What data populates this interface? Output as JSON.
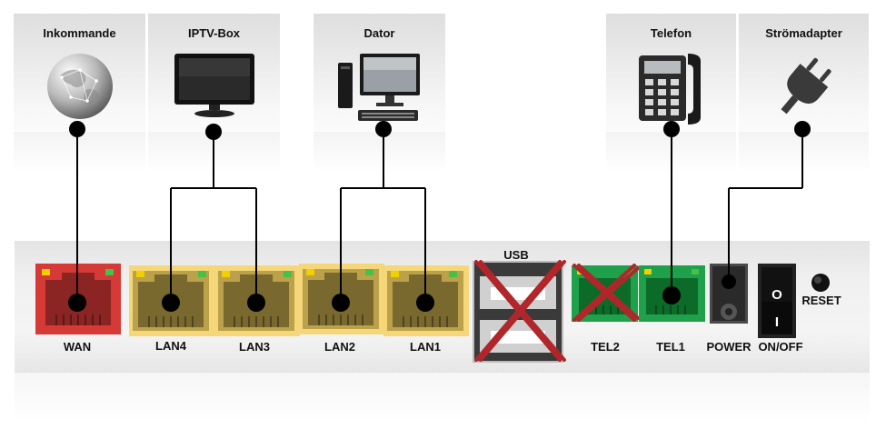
{
  "devices": {
    "incoming": "Inkommande",
    "iptv": "IPTV-Box",
    "computer": "Dator",
    "phone": "Telefon",
    "power_adapter": "Strömadapter"
  },
  "ports": {
    "wan": "WAN",
    "lan4": "LAN4",
    "lan3": "LAN3",
    "lan2": "LAN2",
    "lan1": "LAN1",
    "usb": "USB",
    "tel2": "TEL2",
    "tel1": "TEL1",
    "power": "POWER",
    "onoff": "ON/OFF",
    "reset": "RESET"
  },
  "switch": {
    "on_mark": "O",
    "off_mark": "I"
  },
  "colors": {
    "wan": "#d63a36",
    "lan": "#f5d77a",
    "tel": "#1fa04a",
    "cross": "#b0262a",
    "wire": "#000000"
  },
  "icons": {
    "incoming": "globe-icon",
    "iptv": "tv-icon",
    "computer": "desktop-computer-icon",
    "phone": "desk-phone-icon",
    "power_adapter": "power-plug-icon"
  }
}
